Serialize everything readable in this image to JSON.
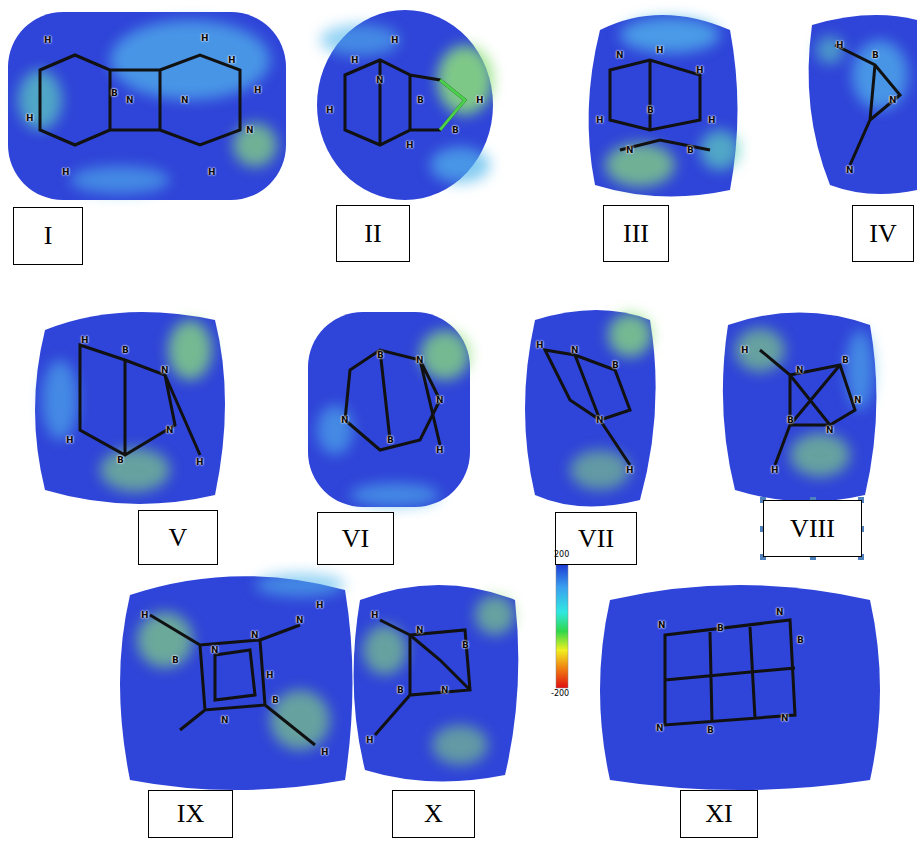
{
  "diagram": {
    "nodes": [
      {
        "text": [
          "I"
        ]
      },
      {
        "text": [
          "II"
        ]
      },
      {
        "text": [
          "III"
        ]
      },
      {
        "text": [
          "IV"
        ]
      },
      {
        "text": [
          "V"
        ]
      },
      {
        "text": [
          "VI"
        ]
      },
      {
        "text": [
          "VII"
        ]
      },
      {
        "text": [
          "VIII"
        ]
      },
      {
        "text": [
          "IX"
        ]
      },
      {
        "text": [
          "X"
        ]
      },
      {
        "text": [
          "XI"
        ]
      }
    ],
    "labels": [
      "200",
      "-200",
      "H",
      "B",
      "N",
      "H",
      "H",
      "N",
      "H",
      "H",
      "N",
      "H",
      "H",
      "H",
      "H",
      "N",
      "H",
      "B",
      "H",
      "H",
      "B",
      "N",
      "H",
      "H",
      "B",
      "H",
      "N",
      "B",
      "H",
      "H",
      "B",
      "N",
      "N",
      "H",
      "B",
      "N",
      "H",
      "B",
      "N",
      "H",
      "B",
      "N",
      "N",
      "B",
      "N",
      "H",
      "H",
      "N",
      "B",
      "N",
      "H",
      "H",
      "N",
      "B",
      "B",
      "N",
      "H",
      "N",
      "H",
      "B",
      "N",
      "N",
      "N",
      "H",
      "B",
      "N",
      "H",
      "H",
      "H",
      "N",
      "B",
      "N",
      "B",
      "H",
      "N",
      "B",
      "N",
      "B",
      "N",
      "B",
      "N"
    ]
  }
}
